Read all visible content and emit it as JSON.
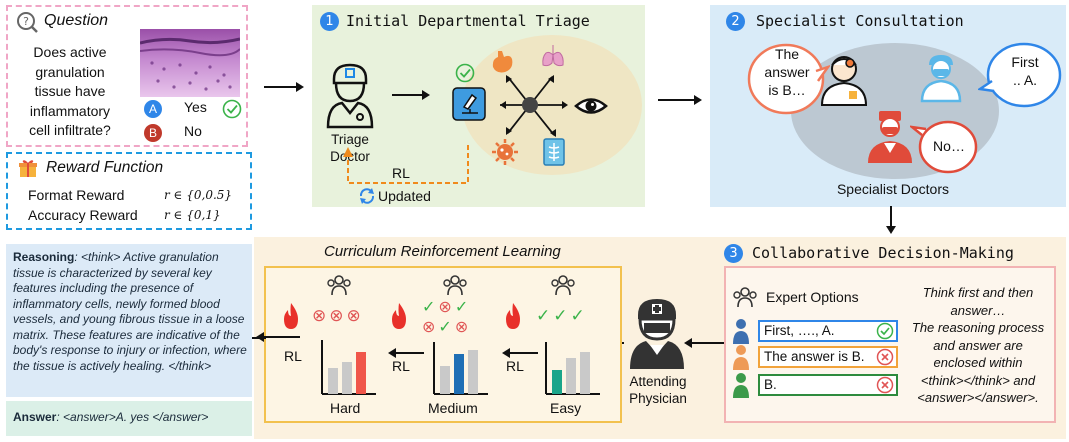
{
  "question": {
    "title": "Question",
    "text_lines": [
      "Does active",
      "granulation",
      "tissue have",
      "inflammatory",
      "cell infiltrate?"
    ],
    "options": [
      {
        "letter": "A",
        "text": "Yes",
        "color": "#2f86e8",
        "correct": true
      },
      {
        "letter": "B",
        "text": "No",
        "color": "#c0392b",
        "correct": false
      }
    ]
  },
  "reward": {
    "title": "Reward Function",
    "rows": [
      {
        "label": "Format Reward",
        "formula": "r ∈ {0,0.5}"
      },
      {
        "label": "Accuracy Reward",
        "formula": "r ∈ {0,1}"
      }
    ]
  },
  "triage": {
    "number": "1",
    "title": "Initial Departmental Triage",
    "doctor_label_lines": [
      "Triage",
      "Doctor"
    ],
    "rl_label": "RL",
    "updated_label": "Updated"
  },
  "specialist": {
    "number": "2",
    "title": "Specialist Consultation",
    "bubble_left_lines": [
      "The",
      "answer",
      "is B…"
    ],
    "bubble_right_lines": [
      "First",
      ".. A."
    ],
    "bubble_bottom": "No…",
    "caption": "Specialist Doctors"
  },
  "collab": {
    "number": "3",
    "title": "Collaborative Decision-Making",
    "expert_options_label": "Expert Options",
    "options": [
      {
        "text": "First, …., A.",
        "border": "#2f86e8",
        "mark": "✓",
        "mark_color": "#3bb34a",
        "figure_color": "#3d6fb0"
      },
      {
        "text": "The answer is B.",
        "border": "#f2a33a",
        "mark": "⊗",
        "mark_color": "#e05555",
        "figure_color": "#ee9a56"
      },
      {
        "text": "B.",
        "border": "#2e8b3e",
        "mark": "⊗",
        "mark_color": "#e05555",
        "figure_color": "#3c9a4a"
      }
    ],
    "instruction_lines": [
      "Think first and then",
      "answer…",
      "The reasoning process",
      "and answer are",
      "enclosed within",
      "<think></think> and",
      "<answer></answer>."
    ],
    "physician_label_lines": [
      "Attending",
      "Physician"
    ]
  },
  "curriculum": {
    "title": "Curriculum Reinforcement Learning",
    "levels": [
      {
        "name": "Hard",
        "marks": [
          "⊗",
          "⊗",
          "⊗"
        ],
        "bar_highlight": "#f0564a"
      },
      {
        "name": "Medium",
        "marks": [
          "✓",
          "⊗",
          "✓",
          "⊗",
          "✓",
          "⊗"
        ],
        "bar_highlight": "#1f6fb5"
      },
      {
        "name": "Easy",
        "marks": [
          "✓",
          "✓",
          "✓"
        ],
        "bar_highlight": "#1aa58a"
      }
    ],
    "rl_label": "RL"
  },
  "reasoning": {
    "label": "Reasoning",
    "text": ": <think> Active granulation tissue is characterized by several key features including the presence of inflammatory cells, newly formed blood vessels, and young fibrous tissue in a loose matrix. These features are indicative of the body's response to injury or infection, where the tissue is actively healing. </think>"
  },
  "answer": {
    "label": "Answer",
    "text": ": <answer>A. yes </answer>"
  }
}
